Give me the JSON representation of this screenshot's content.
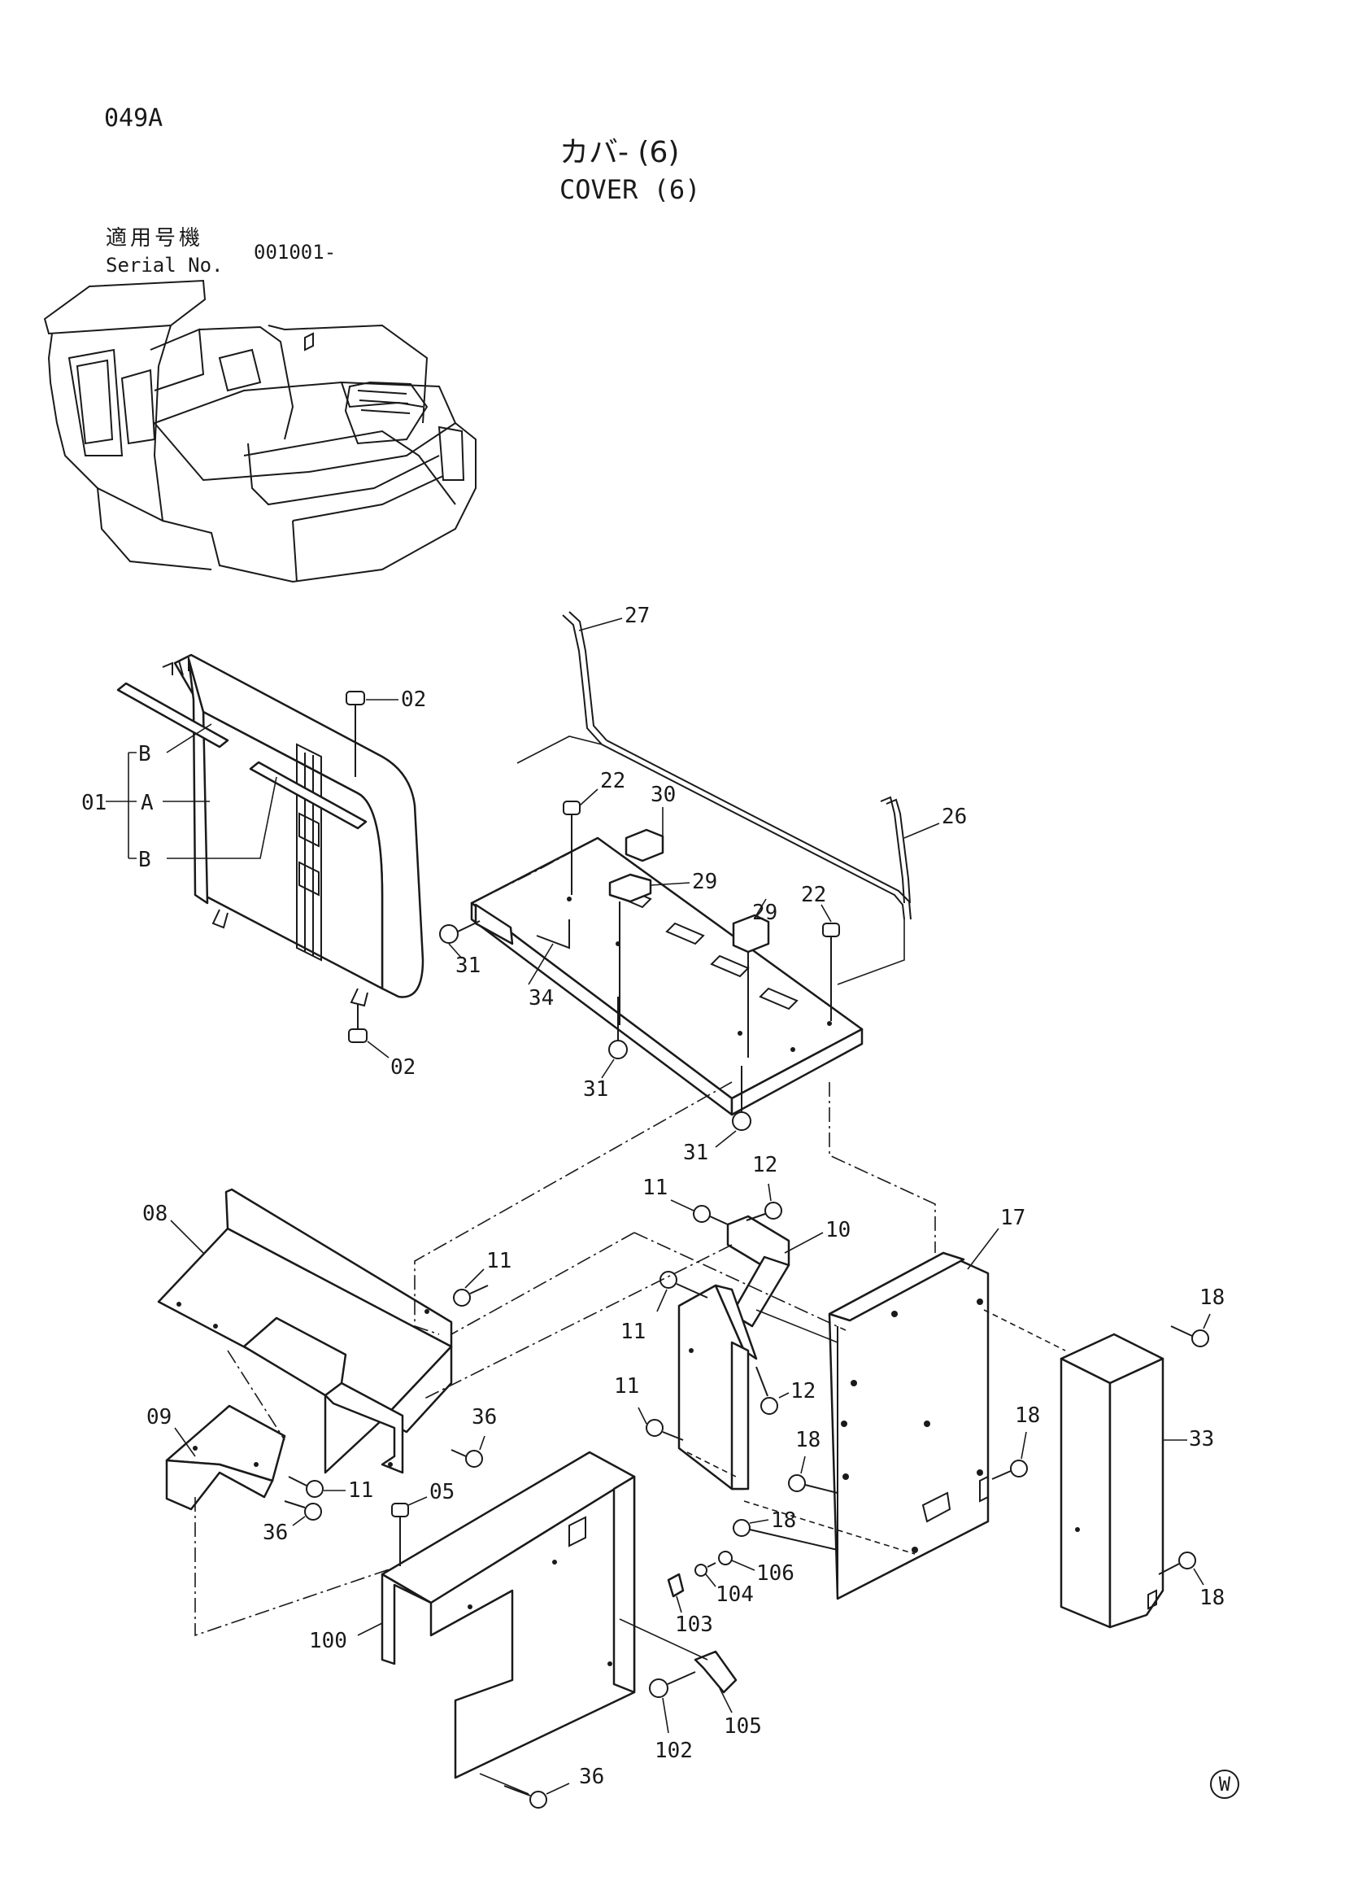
{
  "page": {
    "code": "049A",
    "corner_mark": "W"
  },
  "title": {
    "jp": "カバ- (6)",
    "en": "COVER (6)"
  },
  "serial": {
    "label_jp": "適用号機",
    "label_en": "Serial No.",
    "value": "001001-"
  },
  "callouts": {
    "c01": "01",
    "c01A": "A",
    "c01B1": "B",
    "c01B2": "B",
    "c02a": "02",
    "c02b": "02",
    "c05": "05",
    "c08": "08",
    "c09": "09",
    "c10": "10",
    "c11a": "11",
    "c11b": "11",
    "c11c": "11",
    "c11d": "11",
    "c11e": "11",
    "c12a": "12",
    "c12b": "12",
    "c17": "17",
    "c18a": "18",
    "c18b": "18",
    "c18c": "18",
    "c18d": "18",
    "c18e": "18",
    "c22a": "22",
    "c22b": "22",
    "c26": "26",
    "c27": "27",
    "c29a": "29",
    "c29b": "29",
    "c30": "30",
    "c31a": "31",
    "c31b": "31",
    "c31c": "31",
    "c33": "33",
    "c34": "34",
    "c36a": "36",
    "c36b": "36",
    "c36c": "36",
    "c100": "100",
    "c102": "102",
    "c103": "103",
    "c104": "104",
    "c105": "105",
    "c106": "106"
  }
}
